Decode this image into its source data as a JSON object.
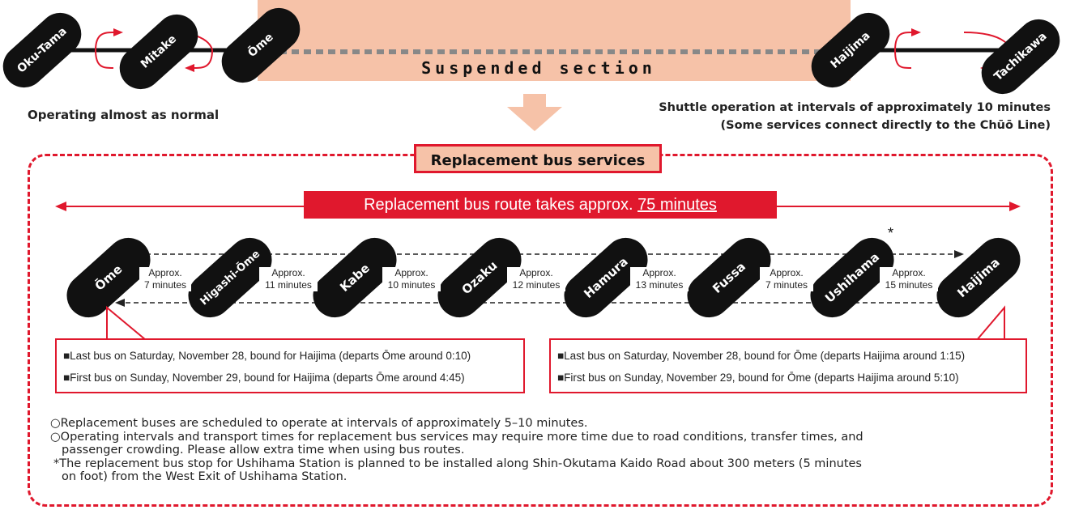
{
  "top_line": {
    "left_stations": [
      "Oku-Tama",
      "Mitake",
      "Ōme"
    ],
    "right_stations": [
      "Haijima",
      "Tachikawa"
    ],
    "suspended_label": "Suspended section",
    "left_note": "Operating almost as normal",
    "right_note_1": "Shuttle operation at intervals of approximately 10 minutes",
    "right_note_2": "(Some services connect directly to the Chūō Line)"
  },
  "replacement": {
    "title": "Replacement bus services",
    "route_banner_prefix": "Replacement bus route takes approx. ",
    "route_banner_time": "75 minutes",
    "stops": [
      "Ōme",
      "Higashi-Ōme",
      "Kabe",
      "Ozaku",
      "Hamura",
      "Fussa",
      "Ushihama",
      "Haijima"
    ],
    "asterisk": "*",
    "segments": [
      {
        "line1": "Approx.",
        "line2": "7 minutes"
      },
      {
        "line1": "Approx.",
        "line2": "11 minutes"
      },
      {
        "line1": "Approx.",
        "line2": "10 minutes"
      },
      {
        "line1": "Approx.",
        "line2": "12 minutes"
      },
      {
        "line1": "Approx.",
        "line2": "13 minutes"
      },
      {
        "line1": "Approx.",
        "line2": "7 minutes"
      },
      {
        "line1": "Approx.",
        "line2": "15 minutes"
      }
    ],
    "left_callout": [
      "■Last bus on Saturday, November 28, bound for Haijima (departs Ōme around 0:10)",
      "■First bus on Sunday, November 29, bound for Haijima (departs Ōme around 4:45)"
    ],
    "right_callout": [
      "■Last bus on Saturday, November 28, bound for Ōme (departs Haijima around 1:15)",
      "■First bus on Sunday, November 29, bound for Ōme (departs Haijima around 5:10)"
    ],
    "notes": [
      "○Replacement buses are scheduled to operate at intervals of approximately 5–10 minutes.",
      "○Operating intervals and transport times for replacement bus services may require more time due to road conditions, transfer times, and",
      "passenger crowding. Please allow extra time when using bus routes.",
      "*The replacement bus stop for Ushihama Station is planned to be installed along Shin-Okutama Kaido Road  about 300 meters (5 minutes",
      "on foot) from the West Exit of Ushihama Station."
    ]
  },
  "colors": {
    "accent_red": "#e0182d",
    "salmon": "#f6c2a8",
    "black": "#111111"
  }
}
